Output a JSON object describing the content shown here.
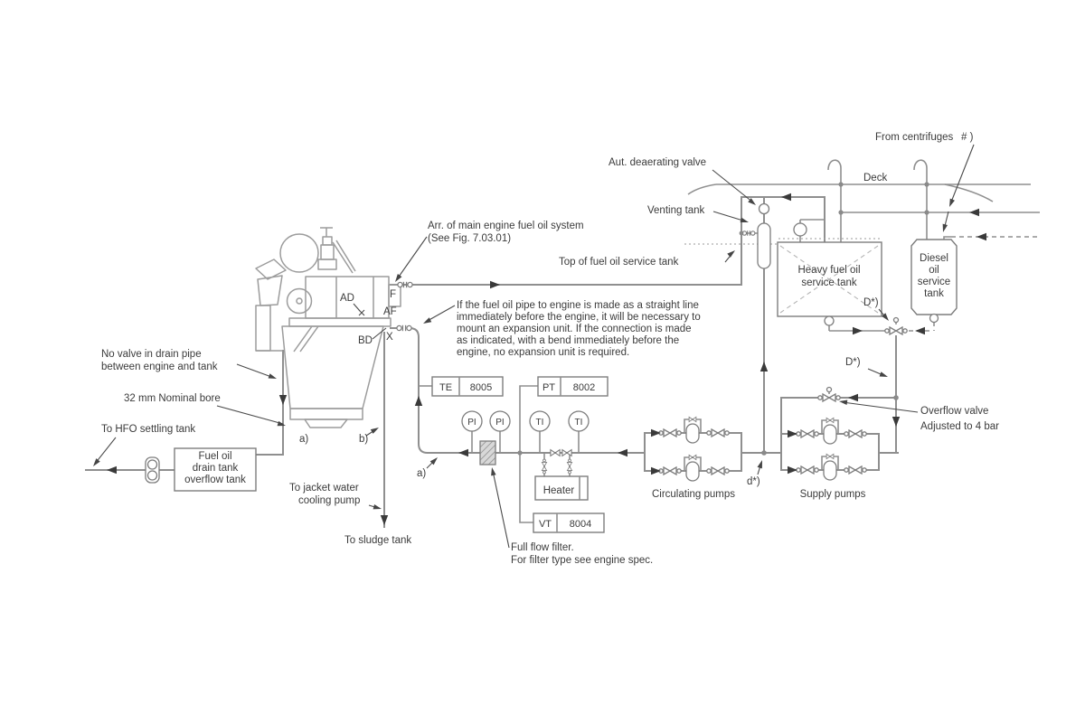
{
  "labels": {
    "from_centrifuges": "From centrifuges",
    "hash_mark": "# )",
    "deck": "Deck",
    "aut_deaerating_valve": "Aut. deaerating valve",
    "venting_tank": "Venting tank",
    "top_of_service_tank": "Top of fuel oil service tank",
    "arr_line1": "Arr. of main engine fuel oil system",
    "arr_line2": "(See Fig. 7.03.01)",
    "note_l1": "If the fuel oil pipe to engine is made as a straight line",
    "note_l2": "immediately before the engine, it will be necessary to",
    "note_l3": "mount an expansion unit. If the connection is made",
    "note_l4": "as indicated, with a bend immediately before the",
    "note_l5": "engine, no expansion unit is required.",
    "no_valve_l1": "No valve in drain pipe",
    "no_valve_l2": "between engine and tank",
    "nominal_bore": "32 mm Nominal bore",
    "to_hfo_settling": "To HFO settling tank",
    "drain_tank_l1": "Fuel oil",
    "drain_tank_l2": "drain tank",
    "drain_tank_l3": "overflow tank",
    "jacket_l1": "To jacket water",
    "jacket_l2": "cooling pump",
    "to_sludge": "To sludge tank",
    "filter_l1": "Full flow filter.",
    "filter_l2": "For filter type see engine spec.",
    "heater": "Heater",
    "circulating_pumps": "Circulating pumps",
    "supply_pumps": "Supply pumps",
    "overflow_l1": "Overflow valve",
    "overflow_l2": "Adjusted to 4 bar",
    "hfo_tank_l1": "Heavy fuel oil",
    "hfo_tank_l2": "service tank",
    "do_tank_l1": "Diesel",
    "do_tank_l2": "oil",
    "do_tank_l3": "service",
    "do_tank_l4": "tank"
  },
  "connections": {
    "f": "F",
    "af": "AF",
    "x": "X",
    "ad": "AD",
    "bd": "BD"
  },
  "refs": {
    "a_engine": "a)",
    "b_engine": "b)",
    "a_line": "a)",
    "d_small": "d*)",
    "d_upper": "D*)",
    "d_lower": "D*)"
  },
  "instruments": {
    "te": {
      "code": "TE",
      "tag": "8005"
    },
    "pt": {
      "code": "PT",
      "tag": "8002"
    },
    "vt": {
      "code": "VT",
      "tag": "8004"
    }
  },
  "gauges": {
    "pi1": "PI",
    "pi2": "PI",
    "ti1": "TI",
    "ti2": "TI"
  },
  "colors": {
    "pipe": "#8f8f8f",
    "leader": "#4a4a4a",
    "text": "#3b3b3b",
    "arrow": "#3a3a3a"
  }
}
